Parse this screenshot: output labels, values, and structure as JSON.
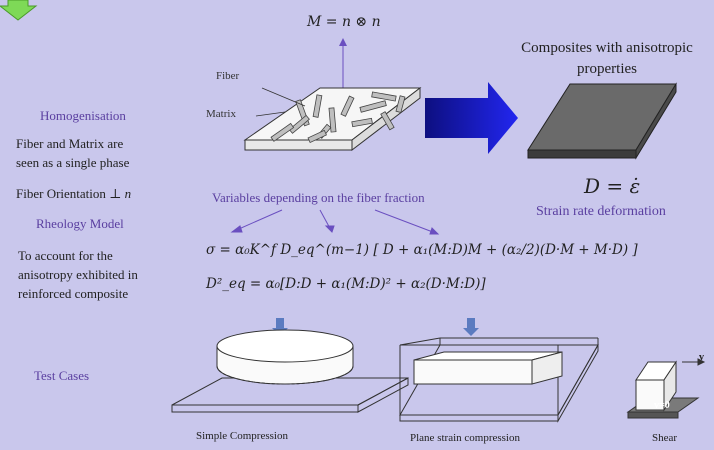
{
  "top_formula": "M = n ⊗ n",
  "fiber_label": "Fiber",
  "matrix_label": "Matrix",
  "composite_title_line1": "Composites with anisotropic",
  "composite_title_line2": "properties",
  "homogenisation_heading": "Homogenisation",
  "homog_text_line1": "Fiber and Matrix are",
  "homog_text_line2": "seen as a single phase",
  "fiber_orientation_label": "Fiber Orientation",
  "fiber_orientation_symbol": "⊥ n",
  "rheology_heading": "Rheology Model",
  "rheology_text_line1": "To account for the",
  "rheology_text_line2": "anisotropy exhibited in",
  "rheology_text_line3": "reinforced composite",
  "variables_caption": "Variables depending on the fiber fraction",
  "strain_formula": "D = ε̇",
  "strain_caption": "Strain rate deformation",
  "equation_sigma": "σ = α₀K^f D_eq^(m−1) [ D + α₁(M:D)M + (α₂/2)(D·M + M·D) ]",
  "equation_deq": "D²_eq = α₀[D:D + α₁(M:D)² + α₂(D·M:D)]",
  "test_cases_heading": "Test Cases",
  "case_labels": [
    "Simple Compression",
    "Plane strain compression",
    "Shear"
  ],
  "shear_v_label": "v",
  "shear_v0_label": "v=0",
  "colors": {
    "background": "#c9c7ec",
    "heading": "#5a3fa0",
    "arrow_blue": "#1c20d8",
    "green": "#7ed957",
    "small_arrow": "#5b7bc0"
  }
}
